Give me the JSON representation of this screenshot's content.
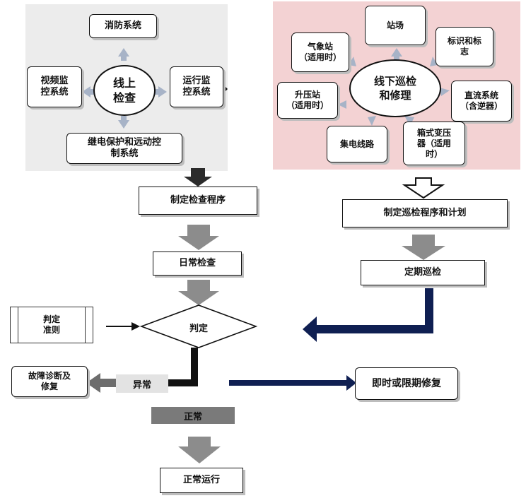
{
  "online": {
    "center": "线上\n检查",
    "nodes": {
      "fire": "消防系统",
      "video": "视频监\n控系统",
      "ops": "运行监\n控系统",
      "relay": "继电保护和远动控\n制系统"
    }
  },
  "offline": {
    "center": "线下巡检\n和修理",
    "nodes": {
      "site": "站场",
      "weather": "气象站\n（适用时）",
      "signs": "标识和标\n志",
      "boost": "升压站\n（适用时）",
      "dc": "直流系统\n（含逆器）",
      "collector": "集电线路",
      "box_transformer": "箱式变压\n器（适用\n时）"
    }
  },
  "flow": {
    "make_check_procedure": "制定检查程序",
    "daily_check": "日常检查",
    "judge": "判定",
    "criteria": "判定\n准则",
    "abnormal": "异常",
    "fault_repair": "故障诊断及\n修复",
    "normal": "正常",
    "normal_operation": "正常运行",
    "make_patrol_plan": "制定巡检程序和计划",
    "periodic_patrol": "定期巡检",
    "timely_repair": "即时或限期修复"
  },
  "colors": {
    "left_panel": "#ececec",
    "right_panel": "#f3d2d3",
    "navy_arrow": "#0f1f52",
    "gray_arrow": "#8c8c8c",
    "light_arrow": "#a7b3c7"
  }
}
